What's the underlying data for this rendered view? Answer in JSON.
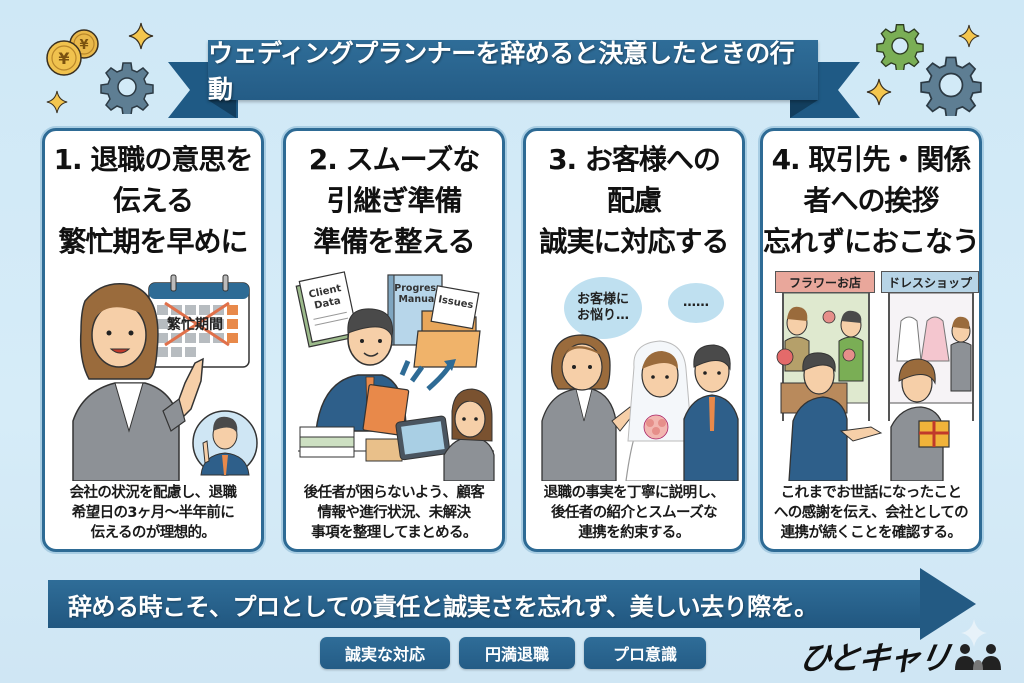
{
  "title": "ウェディングプランナーを辞めると決意したときの行動",
  "cards": [
    {
      "title_lines": [
        "1. 退職の意思を",
        "伝える",
        "繁忙期を早めに"
      ],
      "illustration": {
        "calendar_label": "繁忙期間",
        "icon": "calendar-crossed-icon"
      },
      "desc_lines": [
        "会社の状況を配慮し、退職",
        "希望日の3ヶ月〜半年前に",
        "伝えるのが理想的。"
      ]
    },
    {
      "title_lines": [
        "2. スムーズな",
        "引継ぎ準備",
        "準備を整える"
      ],
      "illustration": {
        "doc1": "Client Data",
        "doc2": "Progress Manual",
        "doc3": "Issues"
      },
      "desc_lines": [
        "後任者が困らないよう、顧客",
        "情報や進行状況、未解決",
        "事項を整理してまとめる。"
      ]
    },
    {
      "title_lines": [
        "3. お客様への",
        "配慮",
        "誠実に対応する"
      ],
      "illustration": {
        "bubble1": "お客様に\nお悩り…",
        "bubble2": "……"
      },
      "desc_lines": [
        "退職の事実を丁寧に説明し、",
        "後任者の紹介とスムーズな",
        "連携を約束する。"
      ]
    },
    {
      "title_lines": [
        "4. 取引先・関係",
        "者への挨拶",
        "忘れずにおこなう"
      ],
      "illustration": {
        "shop1": "フラワーお店",
        "shop2": "ドレスショップ"
      },
      "desc_lines": [
        "これまでお世話になったこと",
        "への感謝を伝え、会社としての",
        "連携が続くことを確認する。"
      ]
    }
  ],
  "banner": "辞める時こそ、プロとしての責任と誠実さを忘れず、美しい去り際を。",
  "tags": [
    "誠実な対応",
    "円満退職",
    "プロ意識"
  ],
  "logo": "ひとキャリ",
  "colors": {
    "primary": "#2a6590",
    "background": "#d2eaf7",
    "card_border": "#2e6b95",
    "accent_orange": "#e8894a",
    "gear_green": "#7aae55",
    "gear_blue": "#5e7e93",
    "star_yellow": "#f4c64e"
  }
}
